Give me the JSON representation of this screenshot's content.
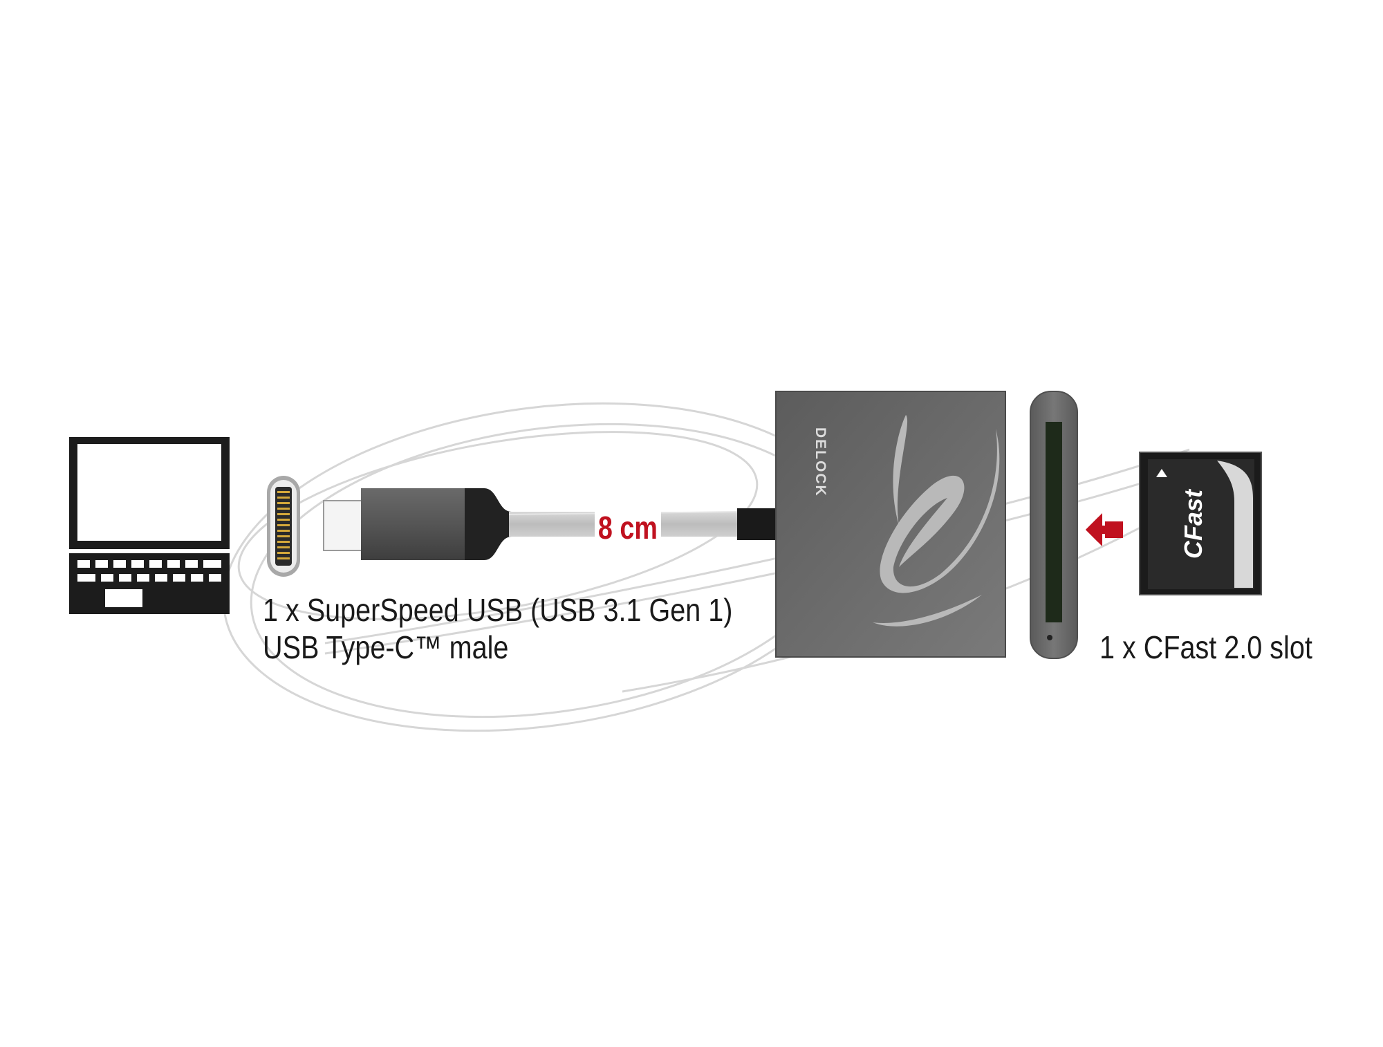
{
  "labels": {
    "usb_line1": "1 x SuperSpeed USB (USB 3.1 Gen 1)",
    "usb_line2": "USB Type-C™ male",
    "cfast_slot": "1 x CFast 2.0 slot",
    "cable_length": "8 cm"
  },
  "device": {
    "brand_logo_text": "DELOCK"
  },
  "card": {
    "label": "CFast"
  },
  "icons": {
    "laptop": "laptop-icon",
    "usb_c_port": "usb-c-port-icon",
    "usb_c_plug": "usb-c-plug",
    "card_reader": "card-reader-device",
    "slot": "cfast-slot-side-view",
    "arrow": "arrow-left-icon",
    "card": "cfast-card-icon",
    "watermark": "delock-swirl-watermark"
  },
  "colors": {
    "accent_red": "#c0111f",
    "device_gray": "#6b6b6b",
    "laptop_black": "#1c1c1c"
  }
}
